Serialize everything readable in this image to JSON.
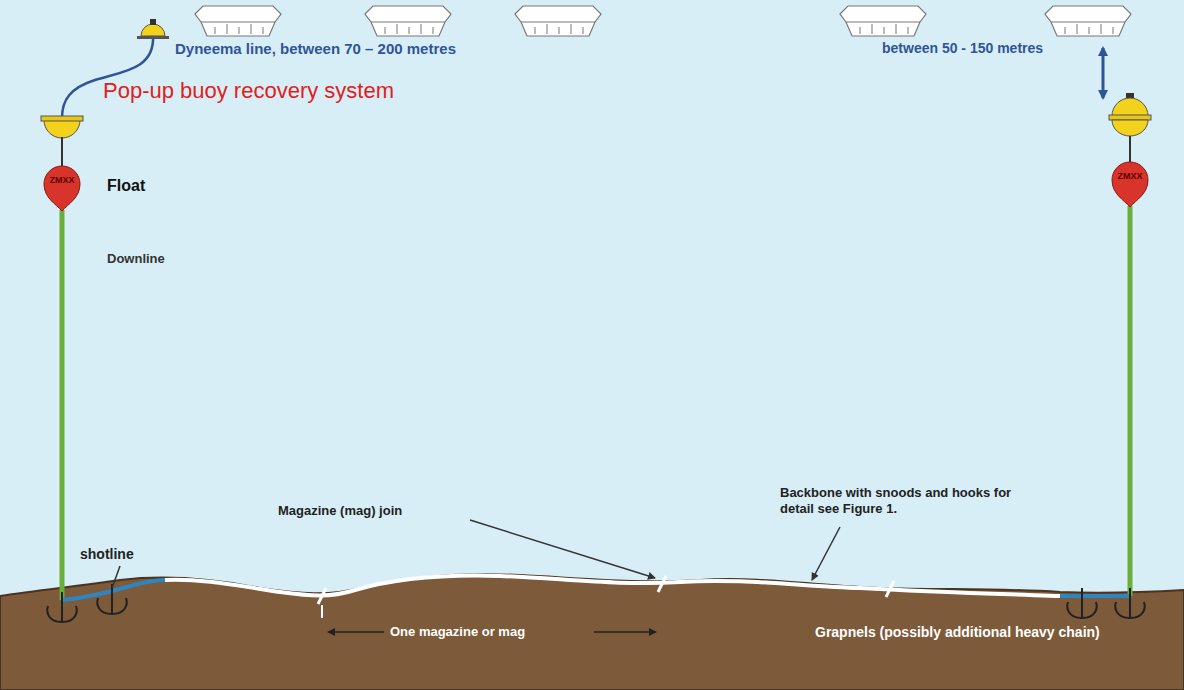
{
  "diagram": {
    "nodes": [
      {
        "text": [
          "ZMXX"
        ]
      },
      {
        "text": [
          "ZMXX"
        ]
      }
    ],
    "labels": [
      "Dyneema line, between 70 – 200 metres",
      "between 50 - 150 metres",
      "Pop-up buoy recovery system",
      "Float",
      "Downline",
      "shotline",
      "Magazine (mag) join",
      "Backbone with snoods and hooks for detail see Figure 1.",
      "One magazine or mag",
      "Grapnels (possibly additional heavy chain)"
    ]
  }
}
